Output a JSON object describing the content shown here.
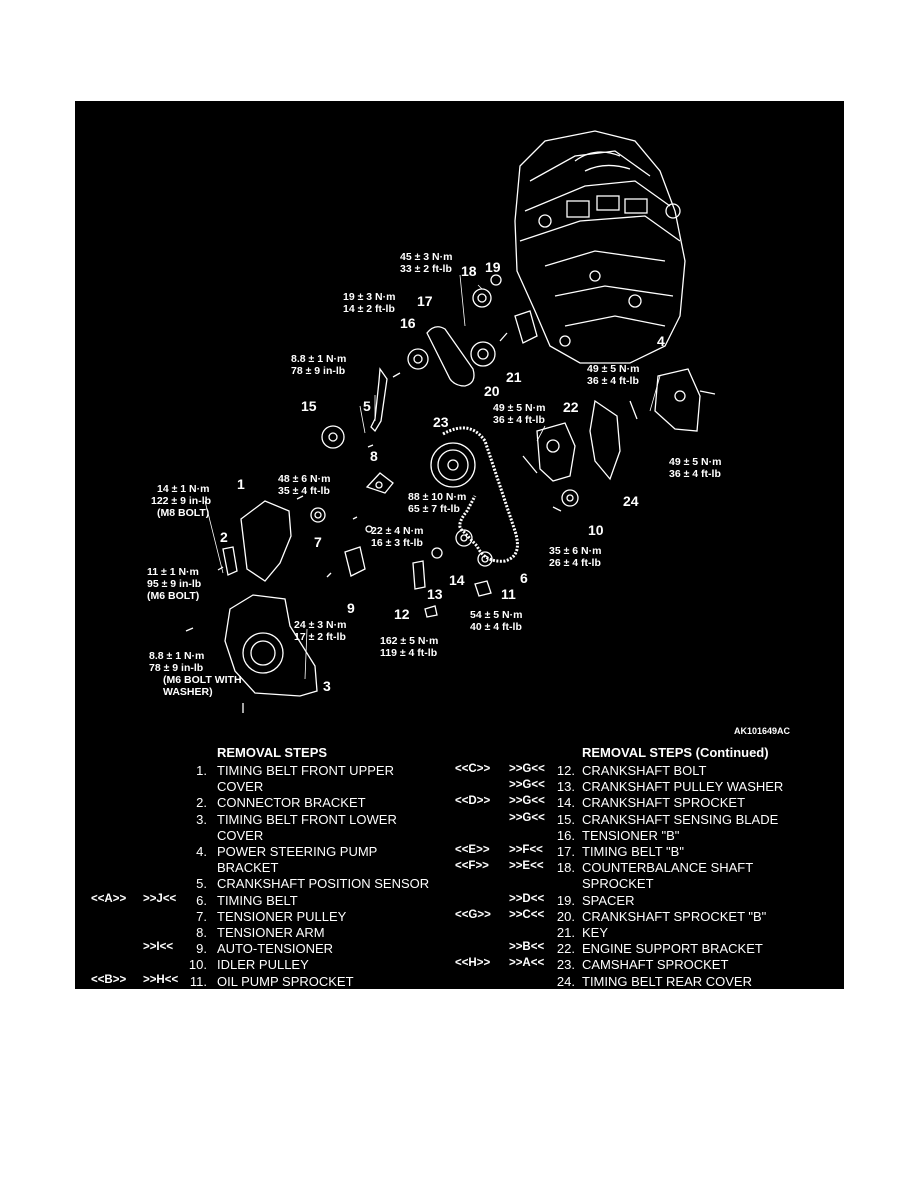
{
  "figure_ref": "AK101649AC",
  "callouts": {
    "n1": "1",
    "n2": "2",
    "n3": "3",
    "n4": "4",
    "n5": "5",
    "n6": "6",
    "n7": "7",
    "n8": "8",
    "n9": "9",
    "n10": "10",
    "n11": "11",
    "n12": "12",
    "n13": "13",
    "n14": "14",
    "n15": "15",
    "n16": "16",
    "n17": "17",
    "n18": "18",
    "n19": "19",
    "n20": "20",
    "n21": "21",
    "n22": "22",
    "n23": "23",
    "n24": "24"
  },
  "torques": {
    "t18": [
      "45 ± 3 N·m",
      "33 ± 2 ft-lb"
    ],
    "t17": [
      "19 ± 3 N·m",
      "14 ± 2 ft-lb"
    ],
    "t5": [
      "8.8 ± 1 N·m",
      "78 ± 9 in-lb"
    ],
    "t4a": [
      "49 ± 5 N·m",
      "36 ± 4 ft-lb"
    ],
    "t22": [
      "49 ± 5 N·m",
      "36 ± 4 ft-lb"
    ],
    "t4b": [
      "49 ± 5 N·m",
      "36 ± 4 ft-lb"
    ],
    "t1": [
      "14 ± 1 N·m",
      "122 ± 9 in-lb",
      "(M8 BOLT)"
    ],
    "t7": [
      "48 ± 6 N·m",
      "35 ± 4 ft-lb"
    ],
    "t23": [
      "88 ± 10 N·m",
      "65 ± 7 ft-lb"
    ],
    "t8": [
      "22 ± 4 N·m",
      "16 ± 3 ft-lb"
    ],
    "t2": [
      "11 ± 1 N·m",
      "95 ± 9 in-lb",
      "(M6 BOLT)"
    ],
    "t10": [
      "35 ± 6 N·m",
      "26 ± 4 ft-lb"
    ],
    "t9": [
      "24 ± 3 N·m",
      "17 ± 2 ft-lb"
    ],
    "t11": [
      "54 ± 5 N·m",
      "40 ± 4 ft-lb"
    ],
    "t12": [
      "162 ± 5 N·m",
      "119 ± 4 ft-lb"
    ],
    "t3": [
      "8.8 ± 1 N·m",
      "78 ± 9 in-lb",
      "(M6 BOLT WITH",
      "WASHER)"
    ]
  },
  "removal_left": {
    "header": "REMOVAL STEPS",
    "rows": [
      {
        "c1": "",
        "c2": "",
        "num": "1.",
        "text": "TIMING BELT FRONT UPPER"
      },
      {
        "c1": "",
        "c2": "",
        "num": "",
        "text": "COVER"
      },
      {
        "c1": "",
        "c2": "",
        "num": "2.",
        "text": "CONNECTOR BRACKET"
      },
      {
        "c1": "",
        "c2": "",
        "num": "3.",
        "text": "TIMING BELT FRONT LOWER"
      },
      {
        "c1": "",
        "c2": "",
        "num": "",
        "text": "COVER"
      },
      {
        "c1": "",
        "c2": "",
        "num": "4.",
        "text": "POWER STEERING PUMP"
      },
      {
        "c1": "",
        "c2": "",
        "num": "",
        "text": "BRACKET"
      },
      {
        "c1": "",
        "c2": "",
        "num": "5.",
        "text": "CRANKSHAFT POSITION SENSOR"
      },
      {
        "c1": "<<A>>",
        "c2": ">>J<<",
        "num": "6.",
        "text": "TIMING BELT"
      },
      {
        "c1": "",
        "c2": "",
        "num": "7.",
        "text": "TENSIONER PULLEY"
      },
      {
        "c1": "",
        "c2": "",
        "num": "8.",
        "text": "TENSIONER ARM"
      },
      {
        "c1": "",
        "c2": ">>I<<",
        "num": "9.",
        "text": "AUTO-TENSIONER"
      },
      {
        "c1": "",
        "c2": "",
        "num": "10.",
        "text": "IDLER PULLEY"
      },
      {
        "c1": "<<B>>",
        "c2": ">>H<<",
        "num": "11.",
        "text": "OIL PUMP SPROCKET"
      }
    ]
  },
  "removal_right": {
    "header": "REMOVAL STEPS (Continued)",
    "rows": [
      {
        "c1": "<<C>>",
        "c2": ">>G<<",
        "num": "12.",
        "text": "CRANKSHAFT BOLT"
      },
      {
        "c1": "",
        "c2": ">>G<<",
        "num": "13.",
        "text": "CRANKSHAFT PULLEY WASHER"
      },
      {
        "c1": "<<D>>",
        "c2": ">>G<<",
        "num": "14.",
        "text": "CRANKSHAFT SPROCKET"
      },
      {
        "c1": "",
        "c2": ">>G<<",
        "num": "15.",
        "text": "CRANKSHAFT SENSING BLADE"
      },
      {
        "c1": "",
        "c2": "",
        "num": "16.",
        "text": "TENSIONER \"B\""
      },
      {
        "c1": "<<E>>",
        "c2": ">>F<<",
        "num": "17.",
        "text": "TIMING BELT \"B\""
      },
      {
        "c1": "<<F>>",
        "c2": ">>E<<",
        "num": "18.",
        "text": "COUNTERBALANCE SHAFT"
      },
      {
        "c1": "",
        "c2": "",
        "num": "",
        "text": "SPROCKET"
      },
      {
        "c1": "",
        "c2": ">>D<<",
        "num": "19.",
        "text": "SPACER"
      },
      {
        "c1": "<<G>>",
        "c2": ">>C<<",
        "num": "20.",
        "text": "CRANKSHAFT SPROCKET \"B\""
      },
      {
        "c1": "",
        "c2": "",
        "num": "21.",
        "text": "KEY"
      },
      {
        "c1": "",
        "c2": ">>B<<",
        "num": "22.",
        "text": "ENGINE SUPPORT BRACKET"
      },
      {
        "c1": "<<H>>",
        "c2": ">>A<<",
        "num": "23.",
        "text": "CAMSHAFT SPROCKET"
      },
      {
        "c1": "",
        "c2": "",
        "num": "24.",
        "text": "TIMING BELT REAR COVER"
      }
    ]
  }
}
